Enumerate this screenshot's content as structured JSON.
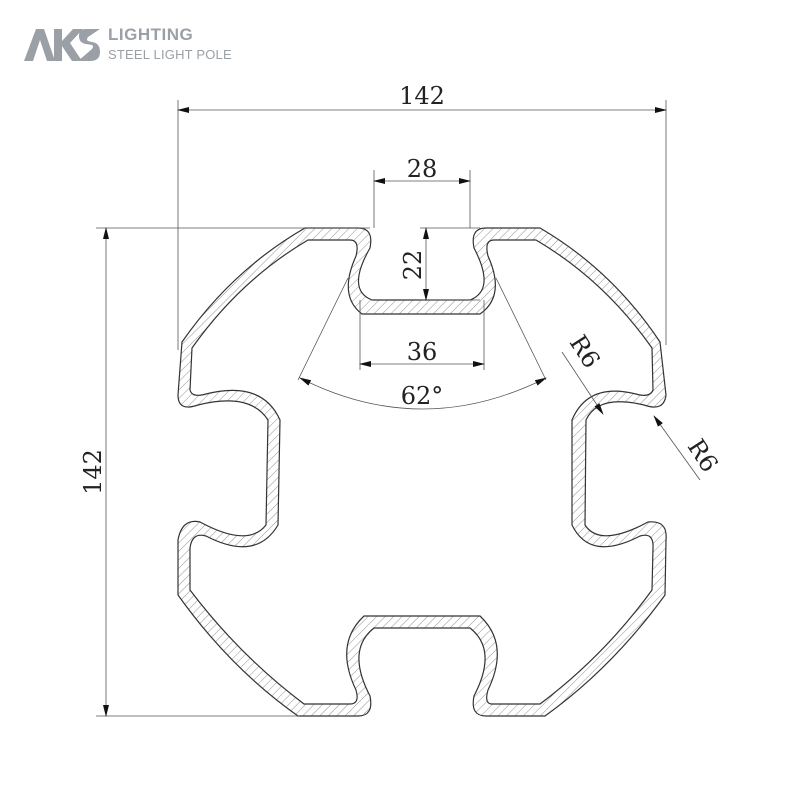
{
  "brand": {
    "logo_text": "AKS",
    "title": "LIGHTING",
    "subtitle": "STEEL LIGHT POLE",
    "color": "#9aa0a6"
  },
  "dimensions": {
    "overall_width": "142",
    "overall_height": "142",
    "slot_opening": "28",
    "slot_depth": "22",
    "slot_width": "36",
    "angle": "62°",
    "radius_inner": "R6",
    "radius_outer": "R6"
  },
  "colors": {
    "line": "#333333",
    "hatch": "#888888"
  }
}
